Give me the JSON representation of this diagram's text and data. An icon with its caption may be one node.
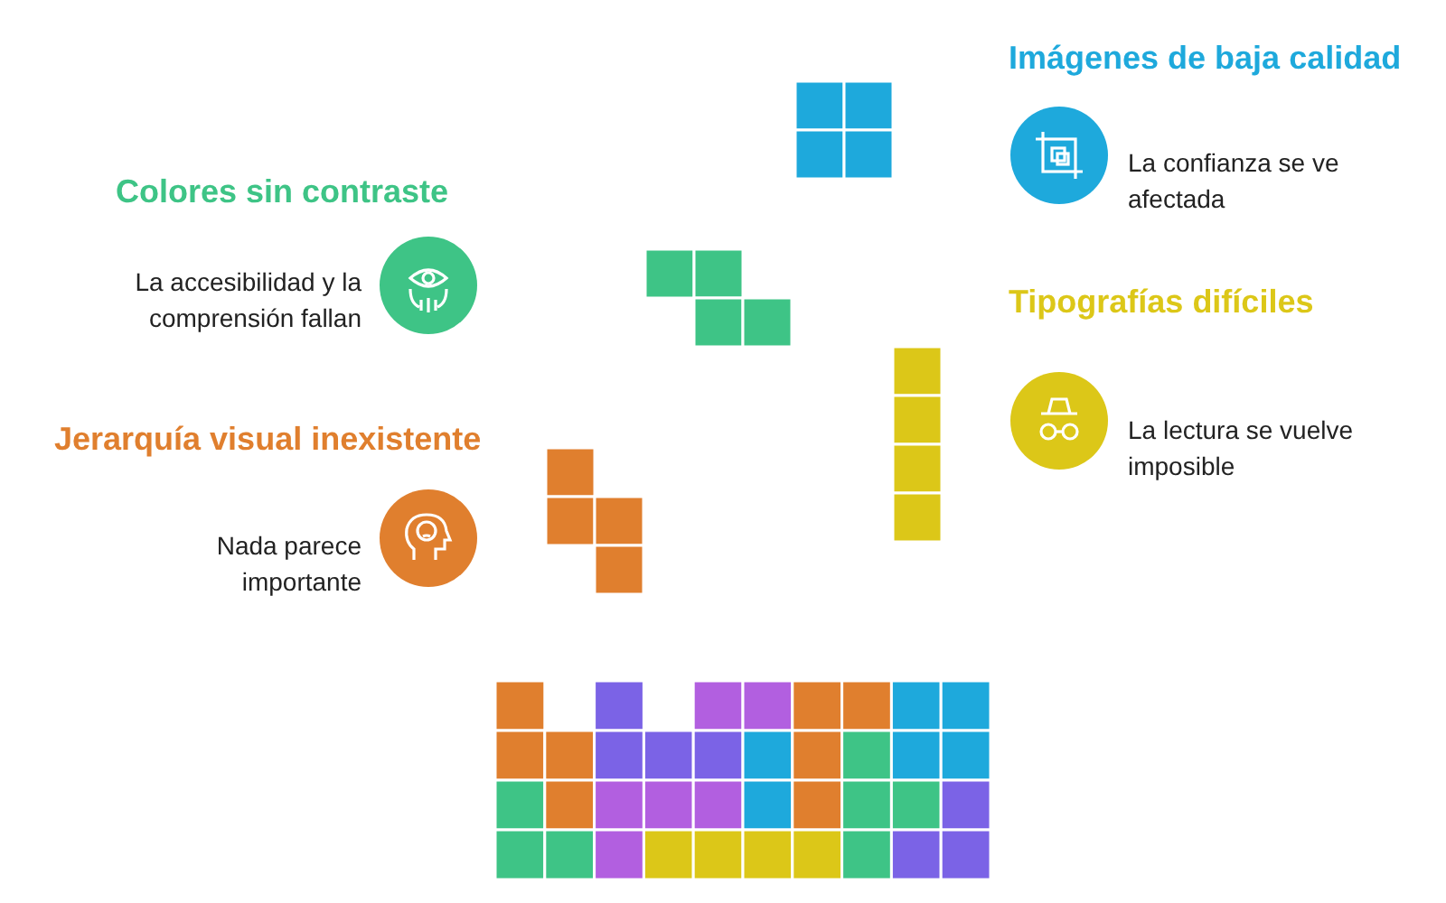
{
  "diagram": {
    "nodes": [
      {
        "text": [
          "Imágenes de baja calidad",
          "La confianza se ve afectada"
        ]
      },
      {
        "text": [
          "Colores sin contraste",
          "La accesibilidad y la comprensión fallan"
        ]
      },
      {
        "text": [
          "Tipografías difíciles",
          "La lectura se vuelve imposible"
        ]
      },
      {
        "text": [
          "Jerarquía visual inexistente",
          "Nada parece importante"
        ]
      }
    ],
    "edges": []
  }
}
